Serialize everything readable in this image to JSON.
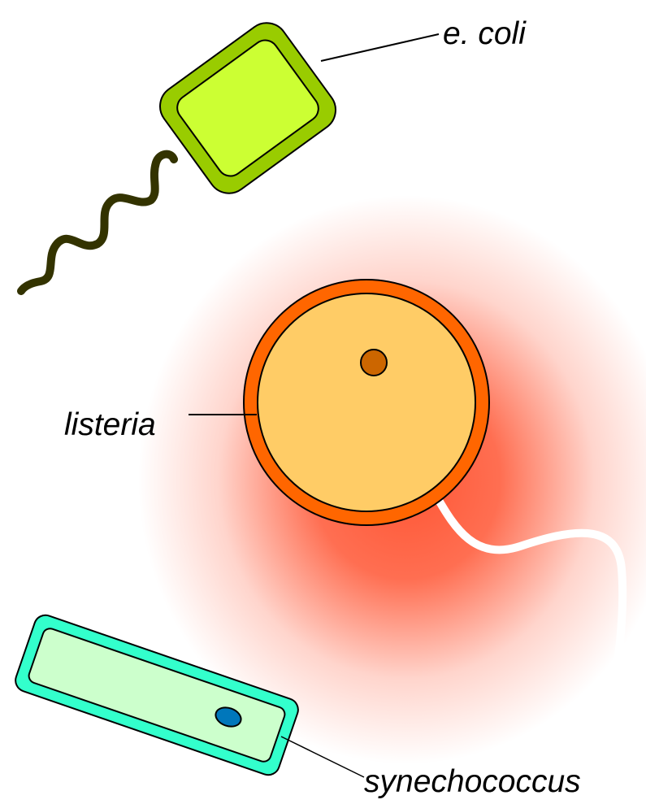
{
  "labels": {
    "ecoli": "e. coli",
    "listeria": "listeria",
    "synechococcus": "synechococcus"
  },
  "colors": {
    "ecoli_outer": "#99cc00",
    "ecoli_inner": "#ccff33",
    "ecoli_flagellum": "#333300",
    "listeria_glow": "#ff5533",
    "listeria_wall": "#ff6600",
    "listeria_body": "#ffcc66",
    "listeria_nucleus": "#cc6600",
    "listeria_tail": "#ffffff",
    "synecho_outer": "#33ffcc",
    "synecho_inner": "#ccffcc",
    "synecho_nucleus": "#0077bb",
    "outline": "#000000",
    "leader_line": "#000000"
  }
}
